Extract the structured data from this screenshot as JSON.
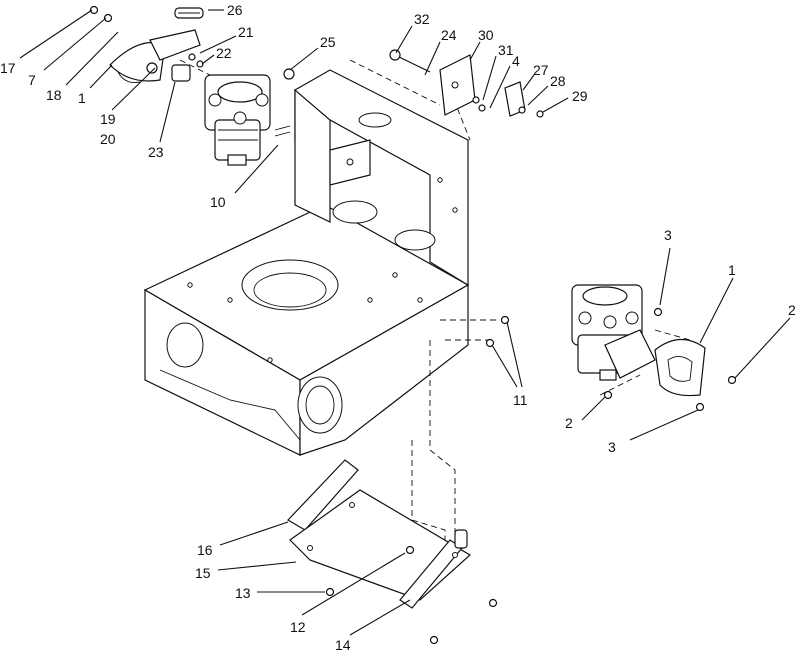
{
  "callouts": [
    {
      "id": "c17",
      "text": "17"
    },
    {
      "id": "c7",
      "text": "7"
    },
    {
      "id": "c18",
      "text": "18"
    },
    {
      "id": "c1a",
      "text": "1"
    },
    {
      "id": "c19",
      "text": "19"
    },
    {
      "id": "c20",
      "text": "20"
    },
    {
      "id": "c23",
      "text": "23"
    },
    {
      "id": "c26",
      "text": "26"
    },
    {
      "id": "c21",
      "text": "21"
    },
    {
      "id": "c22",
      "text": "22"
    },
    {
      "id": "c25",
      "text": "25"
    },
    {
      "id": "c10",
      "text": "10"
    },
    {
      "id": "c32",
      "text": "32"
    },
    {
      "id": "c24",
      "text": "24"
    },
    {
      "id": "c30",
      "text": "30"
    },
    {
      "id": "c31",
      "text": "31"
    },
    {
      "id": "c4",
      "text": "4"
    },
    {
      "id": "c27",
      "text": "27"
    },
    {
      "id": "c28",
      "text": "28"
    },
    {
      "id": "c29",
      "text": "29"
    },
    {
      "id": "c3a",
      "text": "3"
    },
    {
      "id": "c1b",
      "text": "1"
    },
    {
      "id": "c2a",
      "text": "2"
    },
    {
      "id": "c11",
      "text": "11"
    },
    {
      "id": "c2b",
      "text": "2"
    },
    {
      "id": "c3b",
      "text": "3"
    },
    {
      "id": "c16",
      "text": "16"
    },
    {
      "id": "c15",
      "text": "15"
    },
    {
      "id": "c13",
      "text": "13"
    },
    {
      "id": "c12",
      "text": "12"
    },
    {
      "id": "c14",
      "text": "14"
    }
  ]
}
